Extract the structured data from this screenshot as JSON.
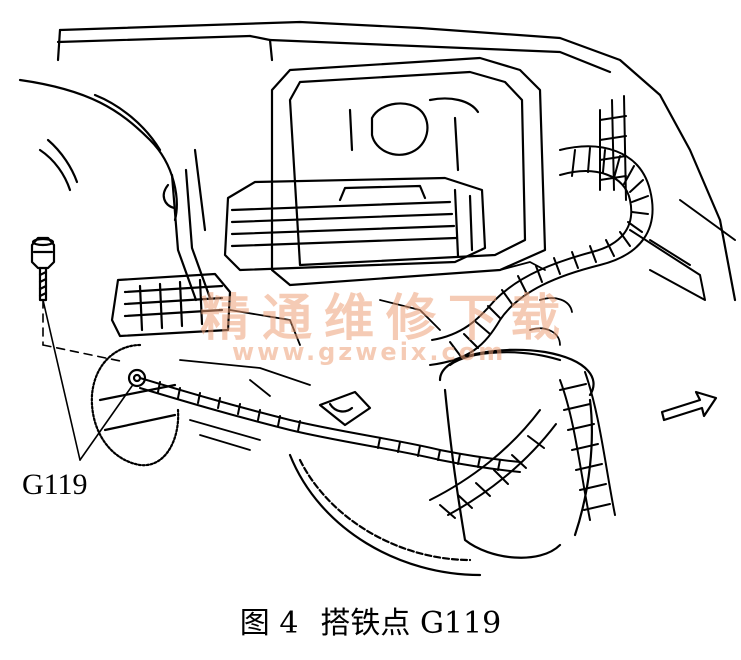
{
  "callout": {
    "label": "G119"
  },
  "watermark": {
    "text": "精通维修下载",
    "url": "www.gzweix.com"
  },
  "caption": {
    "figure_number": "图 4",
    "title": "搭铁点 G119"
  },
  "colors": {
    "line": "#000000",
    "watermark": "#eca078"
  }
}
